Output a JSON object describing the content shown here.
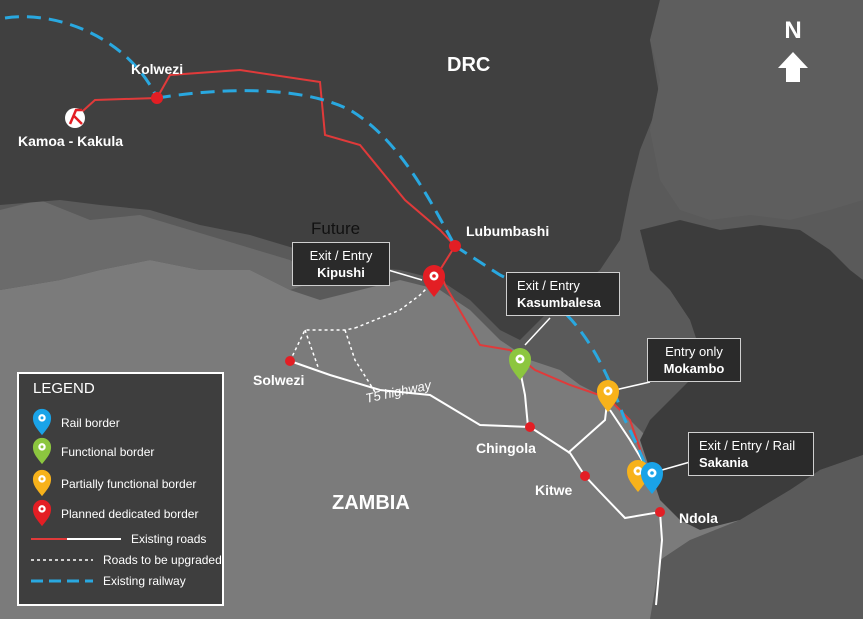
{
  "countries": {
    "drc": "DRC",
    "zambia": "ZAMBIA"
  },
  "north": "N",
  "cities": {
    "kolwezi": "Kolwezi",
    "kamoa": "Kamoa - Kakula",
    "lubumbashi": "Lubumbashi",
    "solwezi": "Solwezi",
    "chingola": "Chingola",
    "kitwe": "Kitwe",
    "ndola": "Ndola"
  },
  "highway": "T5 highway",
  "future": "Future",
  "callouts": {
    "kipushi": {
      "line1": "Exit / Entry",
      "line2": "Kipushi"
    },
    "kasumbalesa": {
      "line1": "Exit / Entry",
      "line2": "Kasumbalesa"
    },
    "mokambo": {
      "line1": "Entry only",
      "line2": "Mokambo"
    },
    "sakania": {
      "line1": "Exit / Entry / Rail",
      "line2": "Sakania"
    }
  },
  "legend": {
    "title": "LEGEND",
    "rail": "Rail border",
    "functional": "Functional border",
    "partial": "Partially functional border",
    "planned": "Planned dedicated border",
    "roads": "Existing roads",
    "upgrade": "Roads to be upgraded",
    "railway": "Existing railway"
  },
  "colors": {
    "rail": "#1aa3e8",
    "functional": "#8cc63f",
    "partial": "#f7b21b",
    "planned": "#e31e24",
    "road_red": "#e03a3a",
    "railway": "#29a8e0"
  }
}
